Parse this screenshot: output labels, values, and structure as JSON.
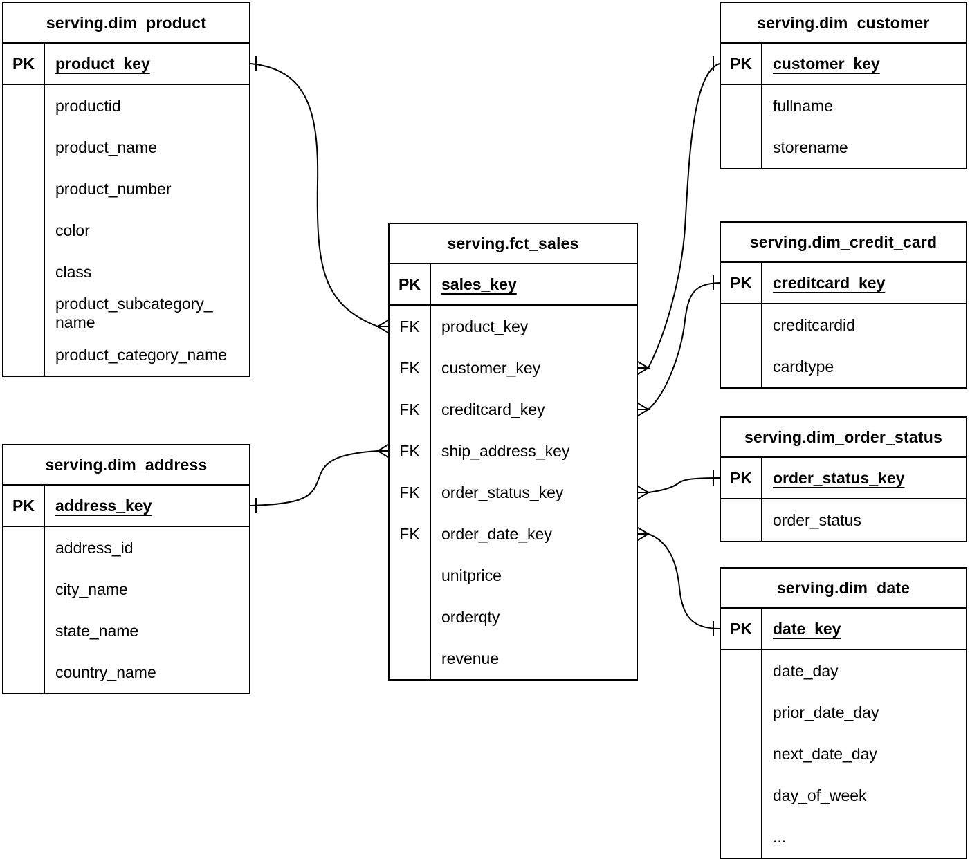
{
  "tables": {
    "dim_product": {
      "title": "serving.dim_product",
      "pk": {
        "label": "PK",
        "field": "product_key"
      },
      "rows": [
        {
          "key": "",
          "field": "productid"
        },
        {
          "key": "",
          "field": "product_name"
        },
        {
          "key": "",
          "field": "product_number"
        },
        {
          "key": "",
          "field": "color"
        },
        {
          "key": "",
          "field": "class"
        },
        {
          "key": "",
          "field": "product_subcategory_name"
        },
        {
          "key": "",
          "field": "product_category_name"
        }
      ]
    },
    "dim_customer": {
      "title": "serving.dim_customer",
      "pk": {
        "label": "PK",
        "field": "customer_key"
      },
      "rows": [
        {
          "key": "",
          "field": "fullname"
        },
        {
          "key": "",
          "field": "storename"
        }
      ]
    },
    "fct_sales": {
      "title": "serving.fct_sales",
      "pk": {
        "label": "PK",
        "field": "sales_key"
      },
      "rows": [
        {
          "key": "FK",
          "field": "product_key"
        },
        {
          "key": "FK",
          "field": "customer_key"
        },
        {
          "key": "FK",
          "field": "creditcard_key"
        },
        {
          "key": "FK",
          "field": "ship_address_key"
        },
        {
          "key": "FK",
          "field": "order_status_key"
        },
        {
          "key": "FK",
          "field": "order_date_key"
        },
        {
          "key": "",
          "field": "unitprice"
        },
        {
          "key": "",
          "field": "orderqty"
        },
        {
          "key": "",
          "field": "revenue"
        }
      ]
    },
    "dim_credit_card": {
      "title": "serving.dim_credit_card",
      "pk": {
        "label": "PK",
        "field": "creditcard_key"
      },
      "rows": [
        {
          "key": "",
          "field": "creditcardid"
        },
        {
          "key": "",
          "field": "cardtype"
        }
      ]
    },
    "dim_order_status": {
      "title": "serving.dim_order_status",
      "pk": {
        "label": "PK",
        "field": "order_status_key"
      },
      "rows": [
        {
          "key": "",
          "field": "order_status"
        }
      ]
    },
    "dim_date": {
      "title": "serving.dim_date",
      "pk": {
        "label": "PK",
        "field": "date_key"
      },
      "rows": [
        {
          "key": "",
          "field": "date_day"
        },
        {
          "key": "",
          "field": "prior_date_day"
        },
        {
          "key": "",
          "field": "next_date_day"
        },
        {
          "key": "",
          "field": "day_of_week"
        },
        {
          "key": "",
          "field": "..."
        }
      ]
    },
    "dim_address": {
      "title": "serving.dim_address",
      "pk": {
        "label": "PK",
        "field": "address_key"
      },
      "rows": [
        {
          "key": "",
          "field": "address_id"
        },
        {
          "key": "",
          "field": "city_name"
        },
        {
          "key": "",
          "field": "state_name"
        },
        {
          "key": "",
          "field": "country_name"
        }
      ]
    }
  },
  "relationships": [
    {
      "one": "serving.dim_product.product_key",
      "many": "serving.fct_sales.product_key",
      "one_symbol": "tick",
      "many_symbol": "crow-foot"
    },
    {
      "one": "serving.dim_customer.customer_key",
      "many": "serving.fct_sales.customer_key",
      "one_symbol": "tick",
      "many_symbol": "crow-foot"
    },
    {
      "one": "serving.dim_credit_card.creditcard_key",
      "many": "serving.fct_sales.creditcard_key",
      "one_symbol": "tick",
      "many_symbol": "crow-foot"
    },
    {
      "one": "serving.dim_address.address_key",
      "many": "serving.fct_sales.ship_address_key",
      "one_symbol": "tick",
      "many_symbol": "crow-foot"
    },
    {
      "one": "serving.dim_order_status.order_status_key",
      "many": "serving.fct_sales.order_status_key",
      "one_symbol": "tick",
      "many_symbol": "crow-foot"
    },
    {
      "one": "serving.dim_date.date_key",
      "many": "serving.fct_sales.order_date_key",
      "one_symbol": "tick",
      "many_symbol": "crow-foot"
    }
  ]
}
